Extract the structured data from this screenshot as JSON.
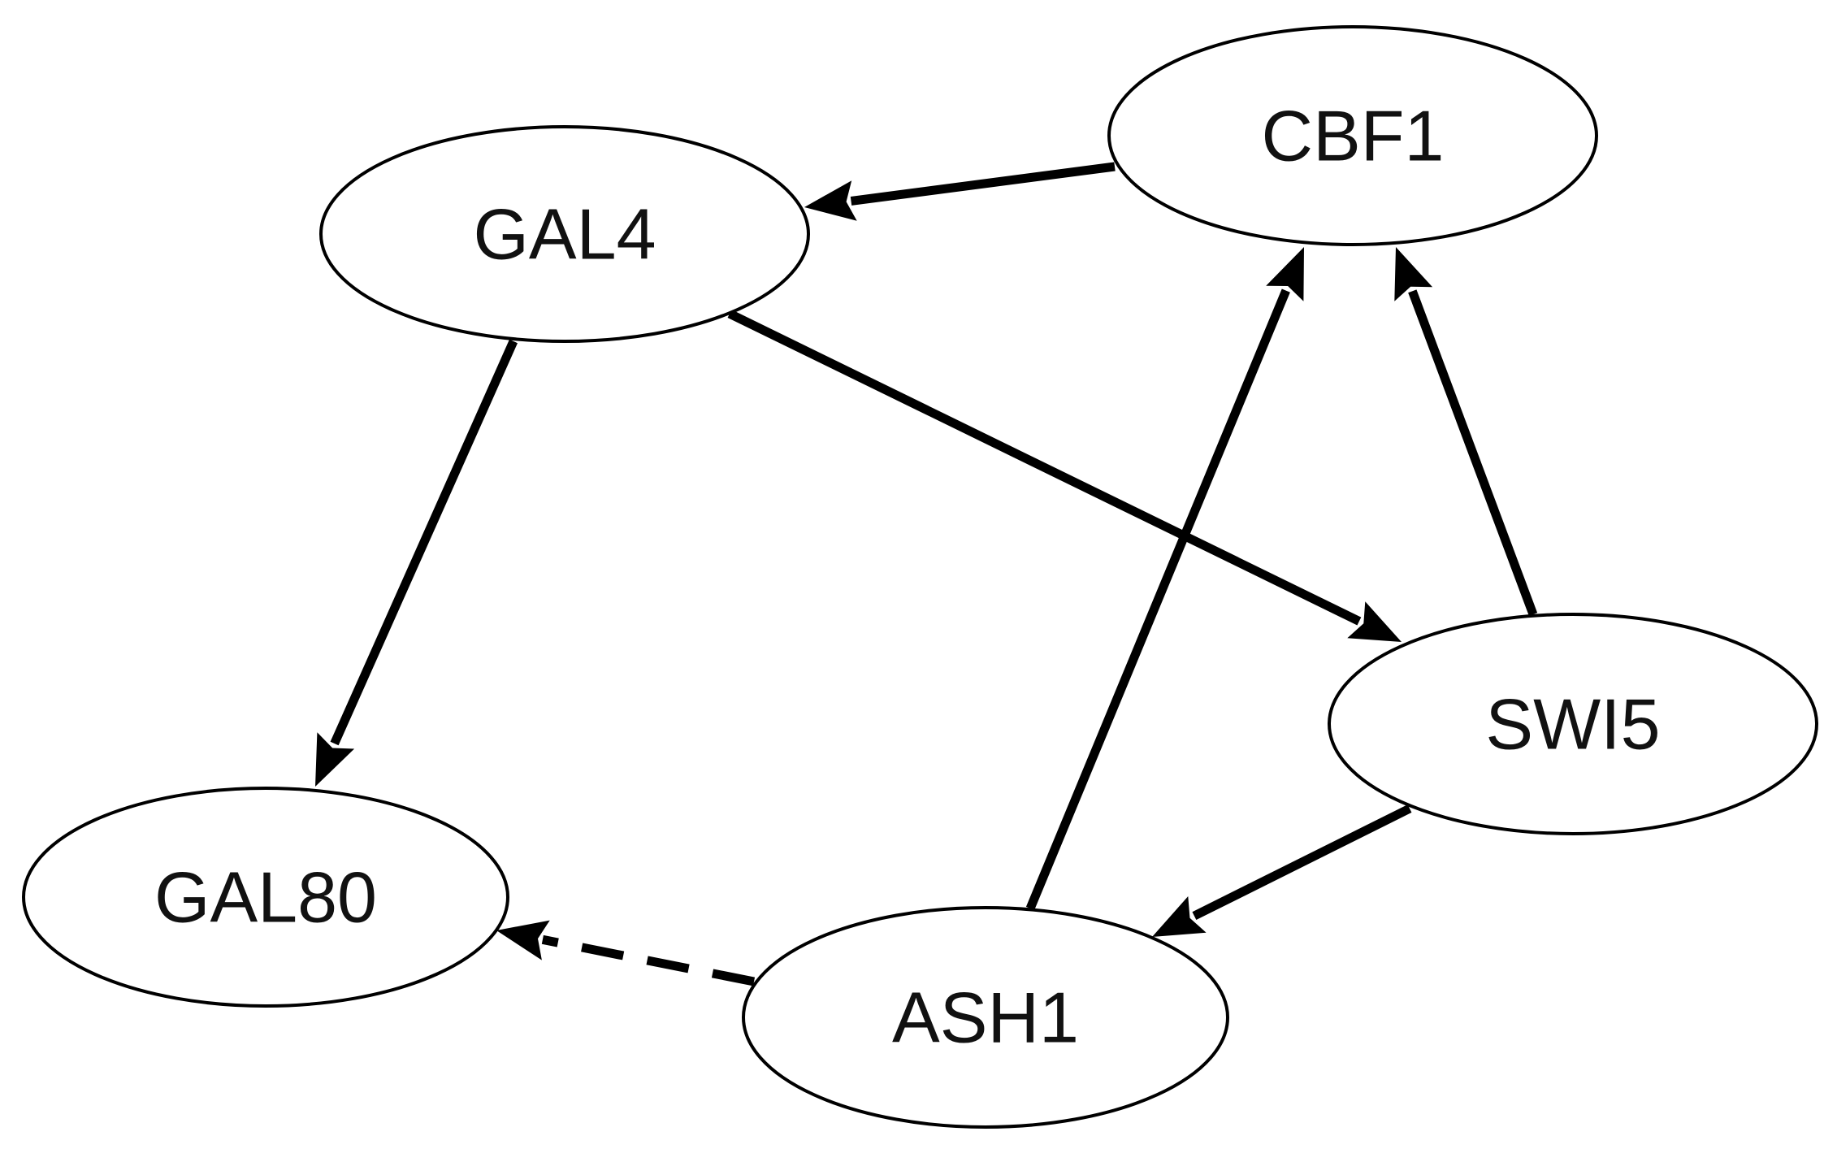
{
  "diagram": {
    "nodes": [
      {
        "id": "GAL4",
        "label": "GAL4"
      },
      {
        "id": "CBF1",
        "label": "CBF1"
      },
      {
        "id": "SWI5",
        "label": "SWI5"
      },
      {
        "id": "GAL80",
        "label": "GAL80"
      },
      {
        "id": "ASH1",
        "label": "ASH1"
      }
    ],
    "edges": [
      {
        "from": "CBF1",
        "to": "GAL4",
        "style": "solid"
      },
      {
        "from": "GAL4",
        "to": "GAL80",
        "style": "solid"
      },
      {
        "from": "GAL4",
        "to": "SWI5",
        "style": "solid"
      },
      {
        "from": "ASH1",
        "to": "CBF1",
        "style": "solid"
      },
      {
        "from": "SWI5",
        "to": "CBF1",
        "style": "solid"
      },
      {
        "from": "SWI5",
        "to": "ASH1",
        "style": "solid"
      },
      {
        "from": "ASH1",
        "to": "GAL80",
        "style": "dashed"
      }
    ]
  }
}
